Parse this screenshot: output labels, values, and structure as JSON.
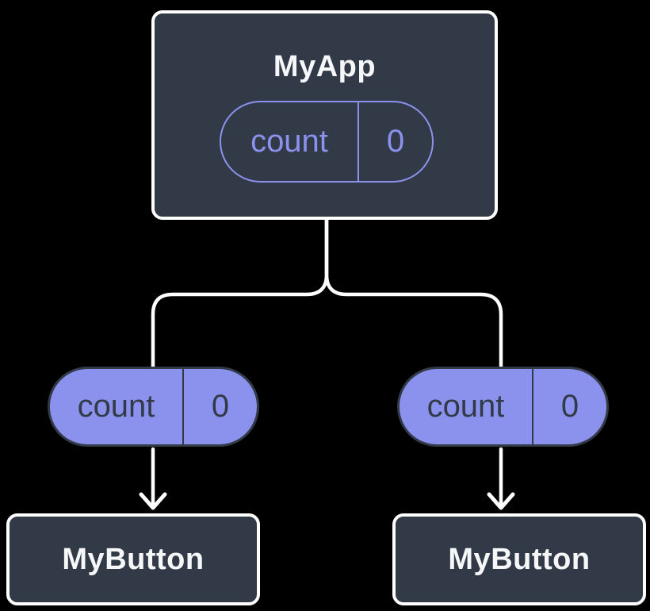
{
  "colors": {
    "background": "#000000",
    "node_fill": "#333A47",
    "node_border": "#FFFFFF",
    "accent_purple": "#8B92EE",
    "node_text": "#F6F7F9",
    "connector": "#FFFFFF"
  },
  "diagram": {
    "root": {
      "label": "MyApp",
      "state": {
        "name": "count",
        "value": "0"
      }
    },
    "prop_pills": [
      {
        "name": "count",
        "value": "0"
      },
      {
        "name": "count",
        "value": "0"
      }
    ],
    "children": [
      {
        "label": "MyButton"
      },
      {
        "label": "MyButton"
      }
    ]
  }
}
